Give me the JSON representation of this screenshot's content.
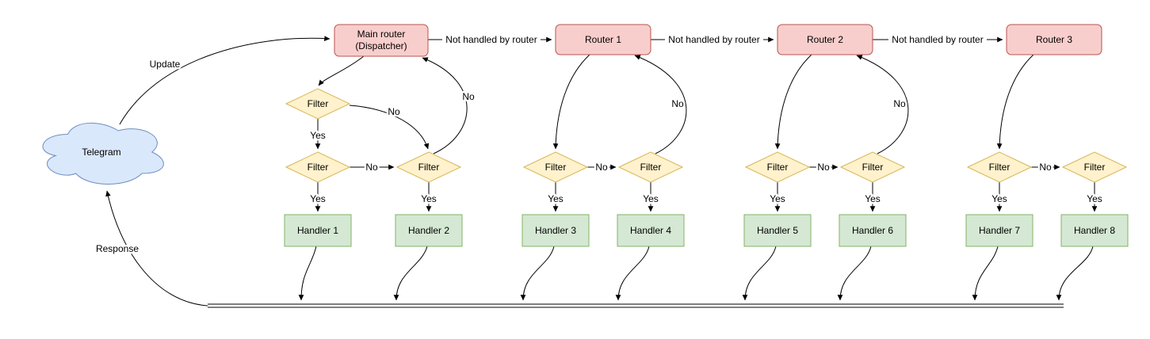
{
  "diagram": {
    "nodes": {
      "telegram": "Telegram",
      "main_router_line1": "Main router",
      "main_router_line2": "(Dispatcher)",
      "routers": [
        "Router 1",
        "Router 2",
        "Router 3"
      ],
      "filter": "Filter",
      "handlers": [
        "Handler 1",
        "Handler 2",
        "Handler 3",
        "Handler 4",
        "Handler 5",
        "Handler 6",
        "Handler 7",
        "Handler 8"
      ]
    },
    "edge_labels": {
      "update": "Update",
      "response": "Response",
      "not_handled": "Not handled by router",
      "yes": "Yes",
      "no": "No"
    },
    "colors": {
      "router_fill": "#f8cecc",
      "router_stroke": "#b85450",
      "filter_fill": "#fff2cc",
      "filter_stroke": "#d6b656",
      "handler_fill": "#d5e8d4",
      "handler_stroke": "#82b366",
      "cloud_fill": "#dae8fc",
      "cloud_stroke": "#6c8ebf",
      "edge": "#000000"
    }
  }
}
